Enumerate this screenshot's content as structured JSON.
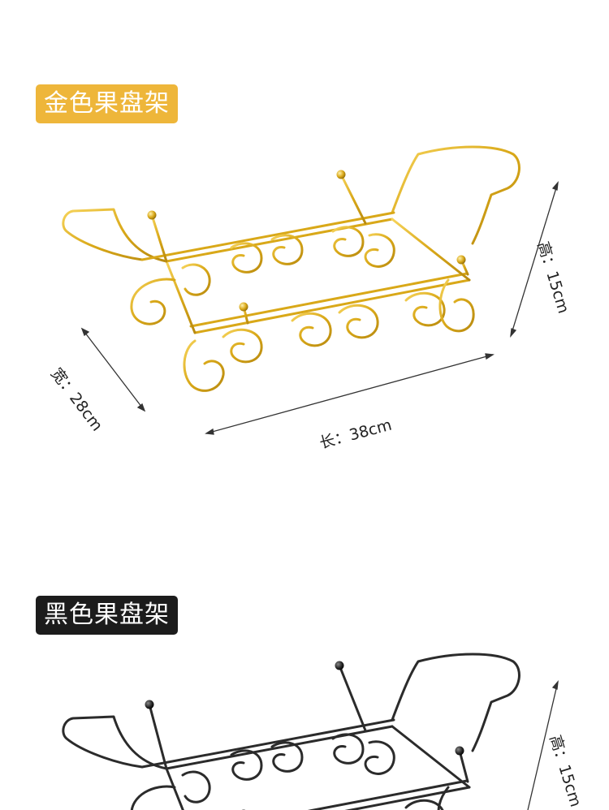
{
  "gold_section": {
    "tag_label": "金色果盘架",
    "tag_color": "#EEB63A",
    "wire_color": "#D9A818",
    "dimensions": {
      "width": "宽：28cm",
      "length": "长：38cm",
      "height": "高：15cm"
    }
  },
  "black_section": {
    "tag_label": "黑色果盘架",
    "tag_color": "#1c1c1c",
    "wire_color": "#2b2b2b",
    "dimensions": {
      "height": "高：15cm"
    }
  }
}
